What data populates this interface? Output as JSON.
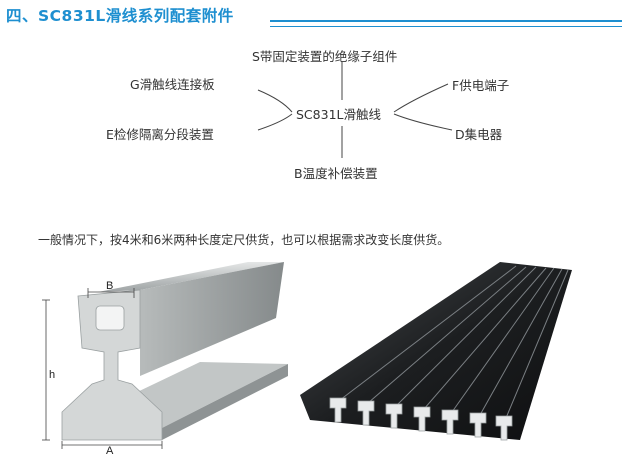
{
  "header": {
    "title": "四、SC831L滑线系列配套附件"
  },
  "diagram": {
    "center": "SC831L滑触线",
    "top": "S带固定装置的绝缘子组件",
    "left_upper": "G滑触线连接板",
    "left_lower": "E检修隔离分段装置",
    "right_upper": "F供电端子",
    "right_lower": "D集电器",
    "bottom": "B温度补偿装置"
  },
  "note": "一般情况下，按4米和6米两种长度定尺供货，也可以根据需求改变长度供货。",
  "rail_drawing": {
    "dim_width_top": "B",
    "dim_height": "h",
    "dim_width_bottom": "A"
  },
  "colors": {
    "accent": "#1e8fd0"
  }
}
